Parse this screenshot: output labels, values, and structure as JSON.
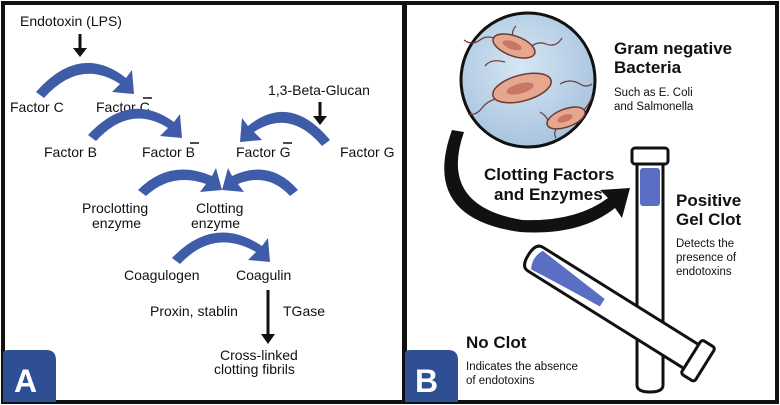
{
  "panel_a": {
    "badge": "A",
    "top_input": "Endotoxin (LPS)",
    "glucan_input": "1,3-Beta-Glucan",
    "factor_c": "Factor C",
    "factor_c_active": "Factor C",
    "factor_b": "Factor B",
    "factor_b_active": "Factor B",
    "factor_g_active": "Factor G",
    "factor_g": "Factor G",
    "proclotting_line1": "Proclotting",
    "proclotting_line2": "enzyme",
    "clotting_line1": "Clotting",
    "clotting_line2": "enzyme",
    "coagulogen": "Coagulogen",
    "coagulin": "Coagulin",
    "cofactors_left": "Proxin, stablin",
    "cofactors_right": "TGase",
    "product_line1": "Cross-linked",
    "product_line2": "clotting fibrils"
  },
  "panel_b": {
    "badge": "B",
    "bacteria_title_line1": "Gram negative",
    "bacteria_title_line2": "Bacteria",
    "bacteria_sub_line1": "Such as E. Coli",
    "bacteria_sub_line2": "and Salmonella",
    "arrow_label_line1": "Clotting Factors",
    "arrow_label_line2": "and Enzymes",
    "positive_title_line1": "Positive",
    "positive_title_line2": "Gel Clot",
    "positive_sub_line1": "Detects the",
    "positive_sub_line2": "presence of",
    "positive_sub_line3": "endotoxins",
    "negative_title": "No Clot",
    "negative_sub_line1": "Indicates the absence",
    "negative_sub_line2": "of endotoxins"
  },
  "colors": {
    "arrow_blue": "#3f5ca8",
    "badge_blue": "#2e4f94",
    "gel_blue": "#5a6fc4",
    "bacteria_bg": "#bcd3ea",
    "bacteria_body": "#e7a68e",
    "border": "#111111"
  }
}
